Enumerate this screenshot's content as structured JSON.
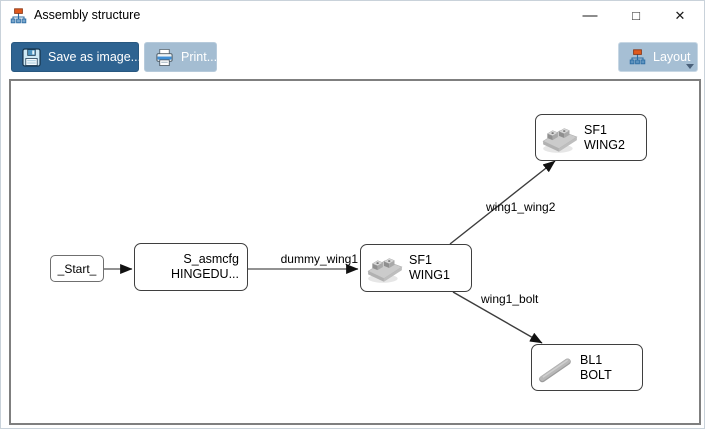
{
  "window": {
    "title": "Assembly structure",
    "controls": {
      "minimize": "—",
      "maximize": "□",
      "close": "✕"
    }
  },
  "toolbar": {
    "save_label": "Save as image...",
    "print_label": "Print...",
    "layout_label": "Layout"
  },
  "diagram": {
    "nodes": {
      "start": {
        "label": "_Start_"
      },
      "asmcfg": {
        "line1": "S_asmcfg",
        "line2": "HINGEDU..."
      },
      "wing1": {
        "line1": "SF1",
        "line2": "WING1"
      },
      "wing2": {
        "line1": "SF1",
        "line2": "WING2"
      },
      "bolt": {
        "line1": "BL1",
        "line2": "BOLT"
      }
    },
    "edge_labels": {
      "dummy_wing1": "dummy_wing1",
      "wing1_wing2": "wing1_wing2",
      "wing1_bolt": "wing1_bolt"
    }
  },
  "colors": {
    "save_button_bg": "#2e6391",
    "light_button_bg": "#a6bfd4",
    "canvas_border": "#7f7f7f",
    "node_border": "#3f3f3f",
    "hierarchy_icon_orange": "#e05a1e",
    "hierarchy_icon_blue": "#2d6da3",
    "edge_line_gray": "#6e6e6e",
    "arrowhead": "#111111"
  }
}
